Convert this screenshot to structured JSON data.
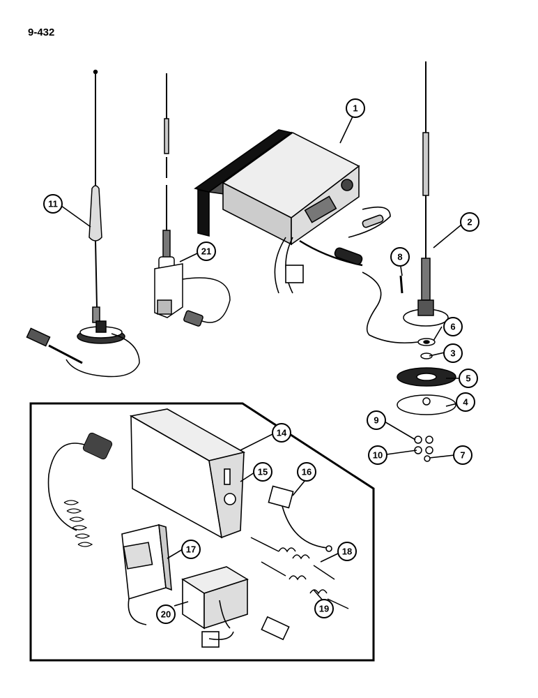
{
  "page": {
    "number": "9-432"
  },
  "callouts": [
    {
      "id": "c1",
      "label": "1"
    },
    {
      "id": "c2",
      "label": "2"
    },
    {
      "id": "c3",
      "label": "3"
    },
    {
      "id": "c4",
      "label": "4"
    },
    {
      "id": "c5",
      "label": "5"
    },
    {
      "id": "c6",
      "label": "6"
    },
    {
      "id": "c7",
      "label": "7"
    },
    {
      "id": "c8",
      "label": "8"
    },
    {
      "id": "c9",
      "label": "9"
    },
    {
      "id": "c10",
      "label": "10"
    },
    {
      "id": "c11",
      "label": "11"
    },
    {
      "id": "c14",
      "label": "14"
    },
    {
      "id": "c15",
      "label": "15"
    },
    {
      "id": "c16",
      "label": "16"
    },
    {
      "id": "c17",
      "label": "17"
    },
    {
      "id": "c18",
      "label": "18"
    },
    {
      "id": "c19",
      "label": "19"
    },
    {
      "id": "c20",
      "label": "20"
    },
    {
      "id": "c21",
      "label": "21"
    }
  ]
}
